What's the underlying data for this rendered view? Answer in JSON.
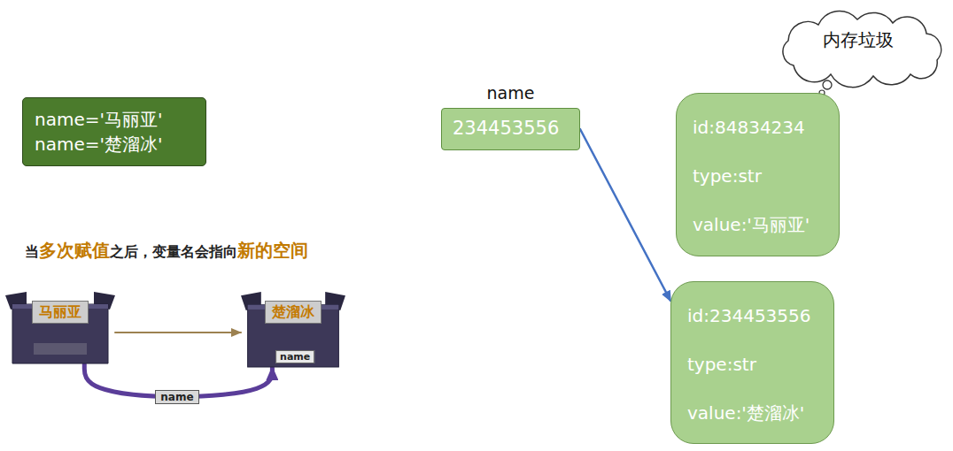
{
  "diagram": {
    "nodes": [
      {
        "text": [
          "name='马丽亚'",
          "name='楚溜冰'"
        ]
      },
      {
        "text": [
          "name",
          "234453556"
        ]
      },
      {
        "text": [
          "内存垃圾"
        ]
      },
      {
        "text": [
          "id:84834234",
          "type:str",
          "value:'马丽亚'"
        ]
      },
      {
        "text": [
          "id:234453556",
          "type:str",
          "value:'楚溜冰'"
        ]
      },
      {
        "text": [
          "马丽亚"
        ]
      },
      {
        "text": [
          "楚溜冰",
          "name"
        ]
      }
    ],
    "edges": [
      {
        "from": 1,
        "to": 4,
        "arrow": "to"
      },
      {
        "from": 5,
        "to": 6,
        "arrow": "to"
      },
      {
        "from": 5,
        "to": 6,
        "arrow": "to",
        "label": "name"
      }
    ],
    "labels": [
      "当",
      "多次赋值",
      "之后，变量名会指向",
      "新的空间"
    ]
  }
}
